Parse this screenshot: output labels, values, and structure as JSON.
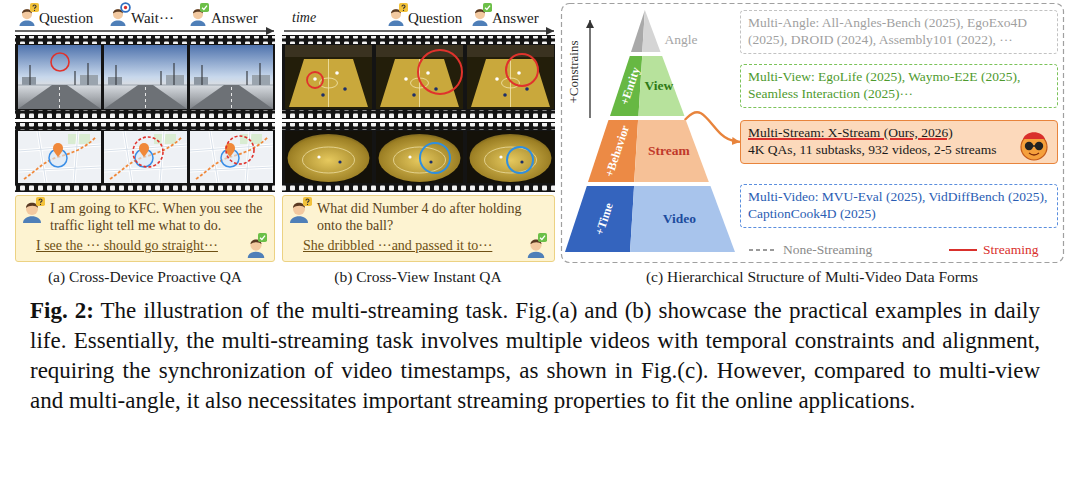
{
  "diagram": {
    "caption": "Fig. 2: The illustration of the multi-streaming task. Fig.(a) and (b) showcase the practical examples in daily life. Essentially, the multi-streaming task involves multiple videos with temporal constraints and alignment, requiring the synchronization of video timestamps, as shown in Fig.(c). However, compared to multi-view and multi-angle, it also necessitates important streaming properties to fit the online applications.",
    "nodes": [
      {
        "text": [
          "I am going to KFC. When you see the traffic light tell me what to do.",
          "I see the ··· should go straight···"
        ]
      },
      {
        "text": [
          "What did Number 4 do after holding onto the ball?",
          "She dribbled ···and passed it to···"
        ]
      },
      {
        "text": [
          "Angle"
        ]
      },
      {
        "text": [
          "+Entity",
          "View"
        ]
      },
      {
        "text": [
          "+Behavior",
          "Stream"
        ]
      },
      {
        "text": [
          "+Time",
          "Video"
        ]
      },
      {
        "text": [
          "Multi-Angle: All-Angles-Bench (2025), EgoExo4D (2025), DROID (2024), Assembly101 (2022), ···"
        ]
      },
      {
        "text": [
          "Multi-View: EgoLife (2025), Waymo-E2E (2025), Seamless Interaction (2025)···"
        ]
      },
      {
        "text": [
          "Multi-Stream: X-Stream (Ours, 2026)",
          "4K QAs, 11 subtasks, 932 videos, 2-5 streams"
        ]
      },
      {
        "text": [
          "Multi-Video: MVU-Eval (2025), VidDiffBench (2025), CaptionCook4D (2025)"
        ]
      }
    ],
    "edges": [
      {
        "from": 4,
        "to": 8,
        "arrow": "to"
      }
    ],
    "labels": [
      "Question",
      "Wait···",
      "Answer",
      "time",
      "Question",
      "Answer",
      "(a) Cross-Device Proactive QA",
      "(b) Cross-View Instant QA",
      "+Constrains",
      "(c) Hierarchical Structure of Multi-Video Data Forms"
    ],
    "legend": [
      {
        "text": "None-Streaming"
      },
      {
        "text": "Streaming"
      }
    ]
  }
}
